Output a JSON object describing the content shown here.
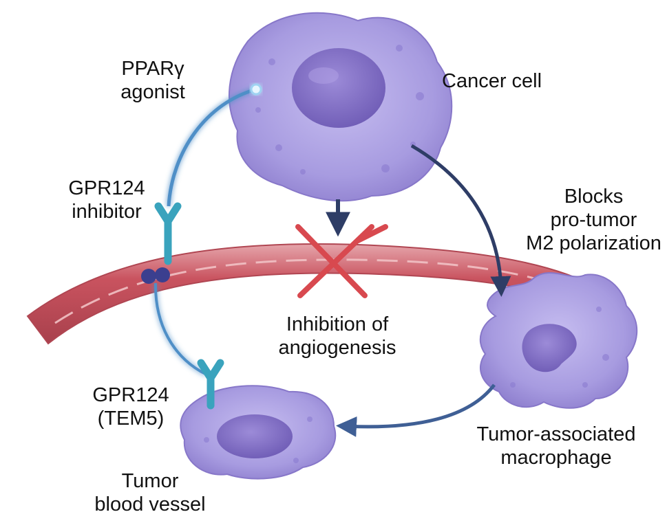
{
  "labels": {
    "ppar_agonist": [
      "PPARγ",
      "agonist"
    ],
    "cancer_cell": "Cancer cell",
    "gpr124_inhibitor": [
      "GPR124",
      "inhibitor"
    ],
    "blocks_m2": [
      "Blocks",
      "pro-tumor",
      "M2 polarization"
    ],
    "inhibition_angiogenesis": [
      "Inhibition of",
      "angiogenesis"
    ],
    "gpr124_tem5": [
      "GPR124",
      "(TEM5)"
    ],
    "tumor_blood_vessel": [
      "Tumor",
      "blood vessel"
    ],
    "tam": [
      "Tumor-associated",
      "macrophage"
    ]
  },
  "colors": {
    "cell_fill": "#a99de0",
    "cell_dark": "#8c7ccc",
    "nucleus": "#7f6bc2",
    "vessel": "#c8525e",
    "vessel_light": "#e9a2a8",
    "teal_receptor": "#3aa3bd",
    "navy_arrow": "#2e3d66",
    "inhibit_x": "#d8494f",
    "glow_line": "#4f8fc7"
  }
}
